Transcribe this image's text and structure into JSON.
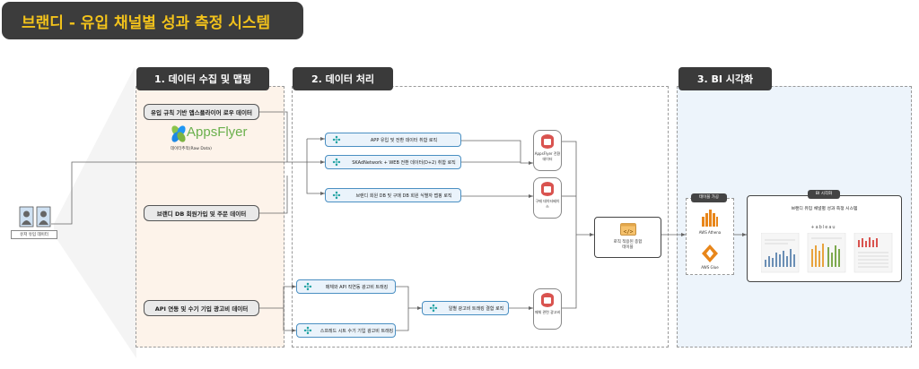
{
  "title": "브랜디 - 유입 채널별 성과 측정 시스템",
  "stages": {
    "s1": "1. 데이터 수집 및 맵핑",
    "s2": "2. 데이터 처리",
    "s3": "3. BI 시각화"
  },
  "user": {
    "label": "유저 유입 데이터"
  },
  "sources": {
    "app_logs": "유입 규칙 기반 앱스플라이어 로우 데이터",
    "appsflyer_logo": "AppsFlyer",
    "appsflyer_caption": "데이터추적(Raw Data)",
    "brandi_db": "브랜디 DB 회원가입 및 주문 데이터",
    "ad_cost": "API 연동 및 수기 기입 광고비 데이터"
  },
  "processes": {
    "p1": "APP 유입 및 전환 데이터 취합 로직",
    "p2": "SKAdNetwork + WEB 전환 데이터(D+2) 취합 로직",
    "p3": "브랜디 회원 DB 및 구매 DB 회원 식별자 맵핑 로직",
    "p4": "매체와 API 직연동 광고비 트래킹",
    "p5": "스프레드 시트 수기 기입 광고비 트래킹",
    "p6": "일별 광고비 트래킹 결합 로직"
  },
  "stores": {
    "db1": "AppsFlyer 전환 데이터",
    "db2": "구매 데이터베이스",
    "db3": "매체 관련 광고비"
  },
  "final_table": "로직 적용된 종합 테이블",
  "bi": {
    "table_processing": "테이블 가공",
    "athena": "AWS Athena",
    "glue": "AWS Glue",
    "viz_tag": "BI 시각화",
    "dashboard_title": "브랜디 유입 채널별 성과 측정 시스템",
    "tableau": "+ableau"
  },
  "colors": {
    "title_text": "#f2c21b",
    "stage1_bg": "#fdf3ea",
    "stage3_bg": "#edf4fb",
    "aws_orange": "#e8861a",
    "db_red": "#d9534f"
  }
}
